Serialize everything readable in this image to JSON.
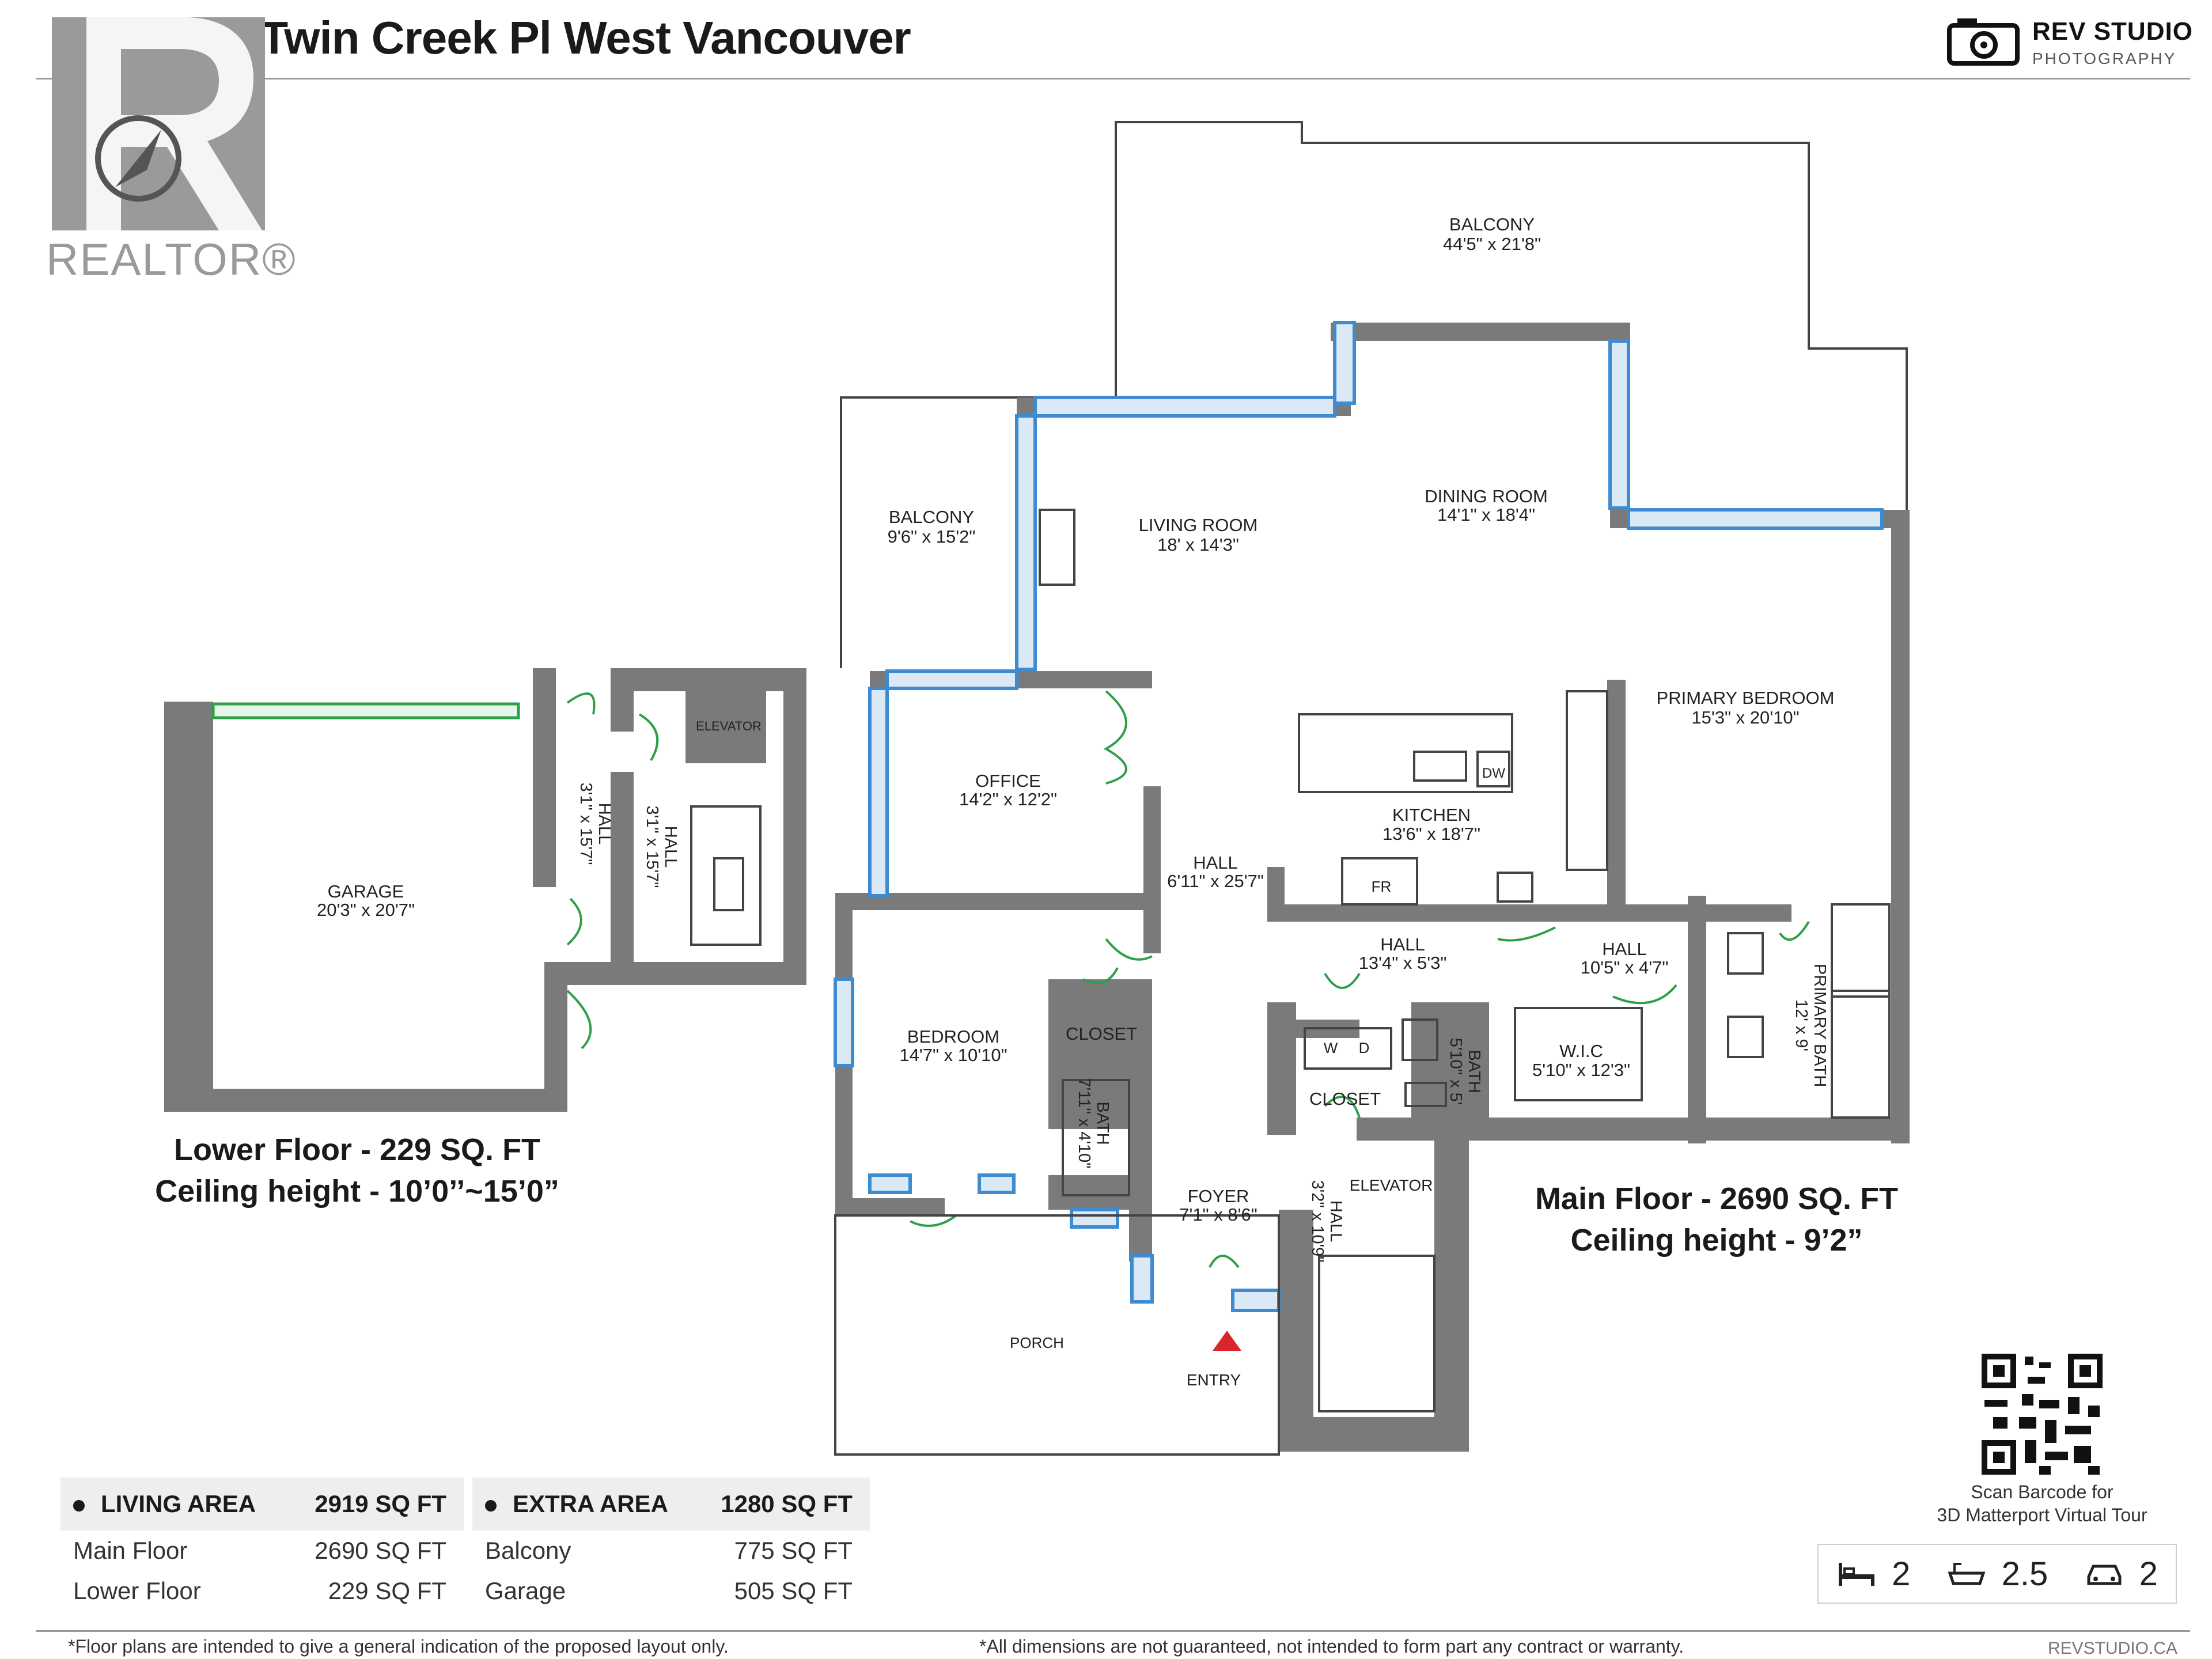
{
  "header": {
    "title": "303-2245 Twin Creek Pl West Vancouver",
    "brand_name": "REV STUDIO",
    "brand_sub": "PHOTOGRAPHY",
    "realtor_logo_text": "REALTOR®"
  },
  "rooms": {
    "balcony_large": {
      "name": "BALCONY",
      "dims": "44'5\" x 21'8\""
    },
    "balcony_small": {
      "name": "BALCONY",
      "dims": "9'6\" x 15'2\""
    },
    "living_room": {
      "name": "LIVING ROOM",
      "dims": "18' x 14'3\""
    },
    "dining_room": {
      "name": "DINING ROOM",
      "dims": "14'1\" x 18'4\""
    },
    "primary_bedroom": {
      "name": "PRIMARY BEDROOM",
      "dims": "15'3\" x 20'10\""
    },
    "office": {
      "name": "OFFICE",
      "dims": "14'2\" x 12'2\""
    },
    "kitchen": {
      "name": "KITCHEN",
      "dims": "13'6\" x 18'7\""
    },
    "hall_main": {
      "name": "HALL",
      "dims": "6'11\" x 25'7\""
    },
    "hall_mid": {
      "name": "HALL",
      "dims": "13'4\" x 5'3\""
    },
    "hall_right": {
      "name": "HALL",
      "dims": "10'5\" x 4'7\""
    },
    "wic": {
      "name": "W.I.C",
      "dims": "5'10\" x 12'3\""
    },
    "primary_bath": {
      "name": "PRIMARY BATH",
      "dims": "12' x 9'"
    },
    "bedroom": {
      "name": "BEDROOM",
      "dims": "14'7\" x 10'10\""
    },
    "closet_left": {
      "name": "CLOSET"
    },
    "closet_mid": {
      "name": "CLOSET"
    },
    "bath_left": {
      "name": "BATH",
      "dims": "7'11\" x 4'10\""
    },
    "bath_mid": {
      "name": "BATH",
      "dims": "5'10\" x 5'"
    },
    "foyer": {
      "name": "FOYER",
      "dims": "7'1\" x 8'6\""
    },
    "hall_elev": {
      "name": "HALL",
      "dims": "3'2\" x 10'9\""
    },
    "elevator_main": {
      "name": "ELEVATOR"
    },
    "elevator_lower": {
      "name": "ELEVATOR"
    },
    "porch": {
      "name": "PORCH"
    },
    "entry": {
      "name": "ENTRY"
    },
    "garage": {
      "name": "GARAGE",
      "dims": "20'3\" x 20'7\""
    },
    "hall_lower_a": {
      "name": "HALL",
      "dims": "3'1\" x 15'7\""
    },
    "hall_lower_b": {
      "name": "HALL",
      "dims": "3'1\" x 15'7\""
    },
    "fr": {
      "name": "FR"
    },
    "dw": {
      "name": "DW"
    },
    "washer": {
      "name": "W"
    },
    "dryer": {
      "name": "D"
    }
  },
  "captions": {
    "lower_line1": "Lower Floor - 229 SQ. FT",
    "lower_line2": "Ceiling height - 10’0’’~15’0”",
    "main_line1": "Main Floor - 2690 SQ. FT",
    "main_line2": "Ceiling height - 9’2”"
  },
  "living_area": {
    "label": "LIVING AREA",
    "total": "2919 SQ FT",
    "rows": [
      {
        "name": "Main Floor",
        "value": "2690 SQ FT"
      },
      {
        "name": "Lower Floor",
        "value": "229 SQ FT"
      }
    ]
  },
  "extra_area": {
    "label": "EXTRA AREA",
    "total": "1280 SQ FT",
    "rows": [
      {
        "name": "Balcony",
        "value": "775 SQ FT"
      },
      {
        "name": "Garage",
        "value": "505 SQ FT"
      }
    ]
  },
  "qr": {
    "caption_line1": "Scan Barcode for",
    "caption_line2": "3D Matterport Virtual Tour"
  },
  "stats": {
    "beds": "2",
    "baths": "2.5",
    "parking": "2"
  },
  "footer": {
    "left": "*Floor plans are intended to give a general indication of the proposed layout only.",
    "right": "*All dimensions are not guaranteed, not intended to form part any contract or warranty.",
    "site": "REVSTUDIO.CA"
  },
  "colors": {
    "wall": "#7a7a7a",
    "window": "#3d8bd0",
    "door": "#2e9e48"
  }
}
